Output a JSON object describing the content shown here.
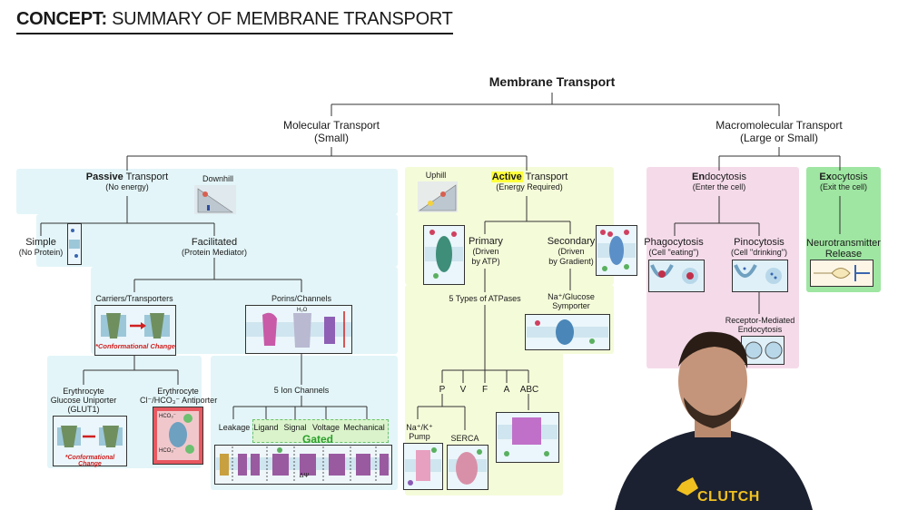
{
  "header": {
    "concept": "CONCEPT:",
    "title": "SUMMARY OF MEMBRANE TRANSPORT"
  },
  "root": "Membrane Transport",
  "molecular": {
    "title": "Molecular Transport",
    "sub": "(Small)"
  },
  "macromolecular": {
    "title": "Macromolecular Transport",
    "sub": "(Large or Small)"
  },
  "passive": {
    "bold": "Passive",
    "rest": " Transport",
    "sub": "(No energy)",
    "downhill": "Downhill"
  },
  "active": {
    "bold": "Active",
    "rest": " Transport",
    "sub": "(Energy Required)",
    "uphill": "Uphill"
  },
  "simple": {
    "title": "Simple",
    "sub": "(No Protein)"
  },
  "facilitated": {
    "title": "Facilitated",
    "sub": "(Protein Mediator)"
  },
  "carriers": {
    "title": "Carriers/Transporters",
    "conf": "Conformational Change"
  },
  "porins": {
    "title": "Porins/Channels",
    "h2o": "H₂O"
  },
  "uniporter": {
    "l1": "Erythrocyte",
    "l2": "Glucose Uniporter",
    "l3": "(GLUT1)",
    "conf": "Conformational Change"
  },
  "antiporter": {
    "l1": "Erythrocyte",
    "l2": "Cl⁻/HCO₃⁻ Antiporter",
    "hco3": "HCO₃⁻"
  },
  "ion_channels": {
    "title": "5 Ion Channels",
    "types": [
      "Leakage",
      "Ligand",
      "Signal",
      "Voltage",
      "Mechanical"
    ],
    "gated": "Gated",
    "delta_psi": "ΔΨ"
  },
  "primary": {
    "title": "Primary",
    "l2": "(Driven",
    "l3": "by ATP)"
  },
  "secondary": {
    "title": "Secondary",
    "l2": "(Driven",
    "l3": "by Gradient)"
  },
  "atpases": {
    "title": "5 Types of ATPases",
    "types": [
      "P",
      "V",
      "F",
      "A",
      "ABC"
    ]
  },
  "symporter": {
    "l1": "Na⁺/Glucose",
    "l2": "Symporter"
  },
  "nak_pump": {
    "l1": "Na⁺/K⁺",
    "l2": "Pump"
  },
  "serca": "SERCA",
  "endocytosis": {
    "bold": "En",
    "rest": "docytosis",
    "sub": "(Enter the cell)"
  },
  "exocytosis": {
    "bold": "Ex",
    "rest": "ocytosis",
    "sub": "(Exit the cell)"
  },
  "phagocytosis": {
    "title": "Phagocytosis",
    "sub": "(Cell \"eating\")"
  },
  "pinocytosis": {
    "title": "Pinocytosis",
    "sub": "(Cell \"drinking\")"
  },
  "receptor": {
    "l1": "Receptor-Mediated",
    "l2": "Endocytosis"
  },
  "neuro": {
    "l1": "Neurotransmitter",
    "l2": "Release"
  },
  "presenter": {
    "shirt_text": "CLUTCH"
  },
  "colors": {
    "passive_bg": "#e3f5f8",
    "active_bg": "#f4fbd9",
    "endo_bg": "#f5dbea",
    "exo_bg": "#9fe6a2",
    "highlight": "#ffff3c"
  }
}
